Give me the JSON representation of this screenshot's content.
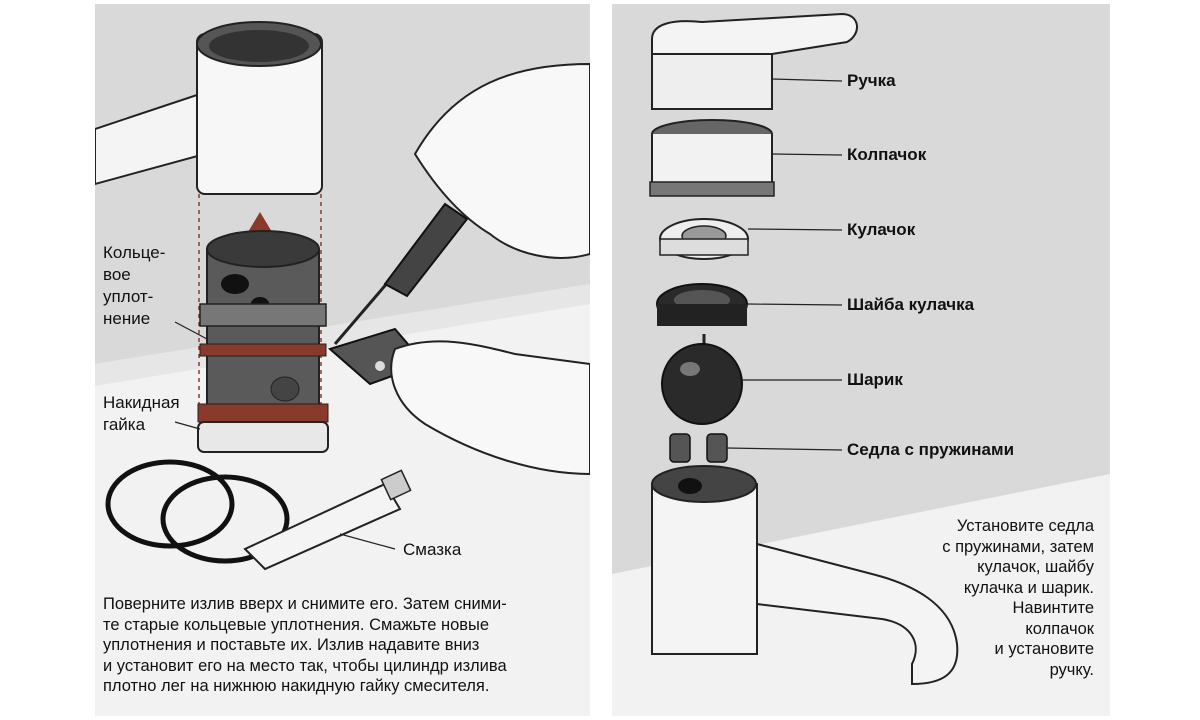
{
  "left": {
    "labels": {
      "o_ring": "Кольце-\nвое\nуплот-\nнение",
      "nut": "Накидная\nгайка",
      "grease": "Смазка"
    },
    "paragraph": "Поверните излив вверх и снимите его. Затем сними-\nте старые кольцевые уплотнения. Смажьте новые\nуплотнения и поставьте их. Излив надавите вниз\nи установит его на место так, чтобы цилиндр излива\nплотно лег на нижнюю накидную гайку смесителя."
  },
  "right": {
    "labels": {
      "handle": "Ручка",
      "cap": "Колпачок",
      "cam": "Кулачок",
      "cam_washer": "Шайба кулачка",
      "ball": "Шарик",
      "seats": "Седла с пружинами"
    },
    "paragraph": "Установите седла\nс пружинами, затем\nкулачок, шайбу\nкулачка и шарик.\nНавинтите\nколпачок\nи установите\nручку."
  },
  "colors": {
    "background": "#d9d9d9",
    "accent": "#8a3a2a",
    "ink": "#111111"
  }
}
